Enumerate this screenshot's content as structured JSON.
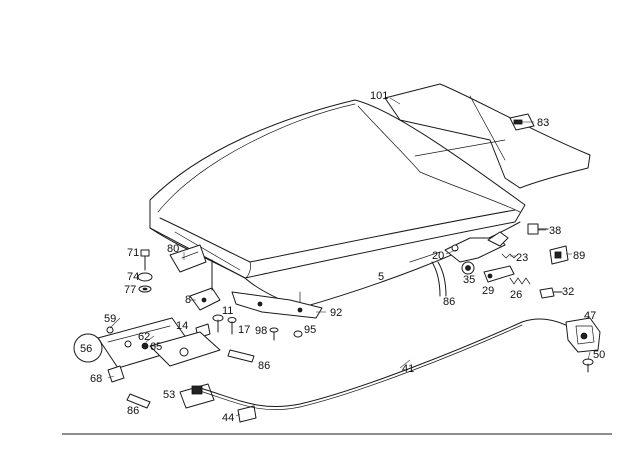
{
  "part_numbers": [
    {
      "id": "p101",
      "label": "101"
    },
    {
      "id": "p83",
      "label": "83"
    },
    {
      "id": "p38",
      "label": "38"
    },
    {
      "id": "p89",
      "label": "89"
    },
    {
      "id": "p20",
      "label": "20"
    },
    {
      "id": "p35",
      "label": "35"
    },
    {
      "id": "p23",
      "label": "23"
    },
    {
      "id": "p29",
      "label": "29"
    },
    {
      "id": "p26",
      "label": "26"
    },
    {
      "id": "p32",
      "label": "32"
    },
    {
      "id": "p86a",
      "label": "86"
    },
    {
      "id": "p5",
      "label": "5"
    },
    {
      "id": "p80",
      "label": "80"
    },
    {
      "id": "p71",
      "label": "71"
    },
    {
      "id": "p74",
      "label": "74"
    },
    {
      "id": "p77",
      "label": "77"
    },
    {
      "id": "p8",
      "label": "8"
    },
    {
      "id": "p11",
      "label": "11"
    },
    {
      "id": "p17",
      "label": "17"
    },
    {
      "id": "p14",
      "label": "14"
    },
    {
      "id": "p98",
      "label": "98"
    },
    {
      "id": "p95",
      "label": "95"
    },
    {
      "id": "p92",
      "label": "92"
    },
    {
      "id": "p59",
      "label": "59"
    },
    {
      "id": "p62",
      "label": "62"
    },
    {
      "id": "p65",
      "label": "65"
    },
    {
      "id": "p56",
      "label": "56"
    },
    {
      "id": "p68",
      "label": "68"
    },
    {
      "id": "p86b",
      "label": "86"
    },
    {
      "id": "p86c",
      "label": "86"
    },
    {
      "id": "p53",
      "label": "53"
    },
    {
      "id": "p44",
      "label": "44"
    },
    {
      "id": "p41",
      "label": "41"
    },
    {
      "id": "p47",
      "label": "47"
    },
    {
      "id": "p50",
      "label": "50"
    }
  ]
}
